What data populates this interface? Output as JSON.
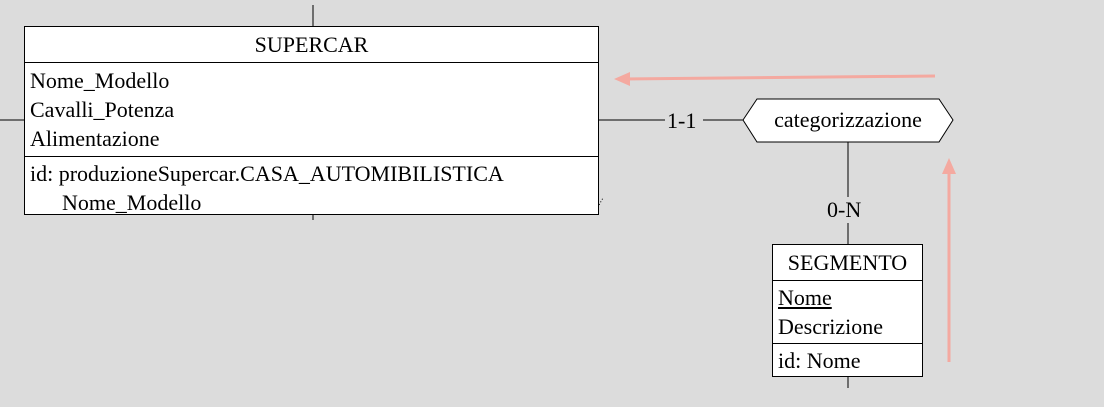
{
  "supercar": {
    "name": "SUPERCAR",
    "attributes": [
      "Nome_Modello",
      "Cavalli_Potenza",
      "Alimentazione"
    ],
    "identifier": [
      "id: produzioneSupercar.CASA_AUTOMIBILISTICA",
      "Nome_Modello"
    ]
  },
  "segmento": {
    "name": "SEGMENTO",
    "attributes": [
      "Nome",
      "Descrizione"
    ],
    "identifier": [
      "id: Nome"
    ]
  },
  "relationship": {
    "name": "categorizzazione",
    "card_supercar": "1-1",
    "card_segmento": "0-N"
  },
  "colors": {
    "background": "#dcdcdc",
    "arrow": "#f4a9a0"
  }
}
